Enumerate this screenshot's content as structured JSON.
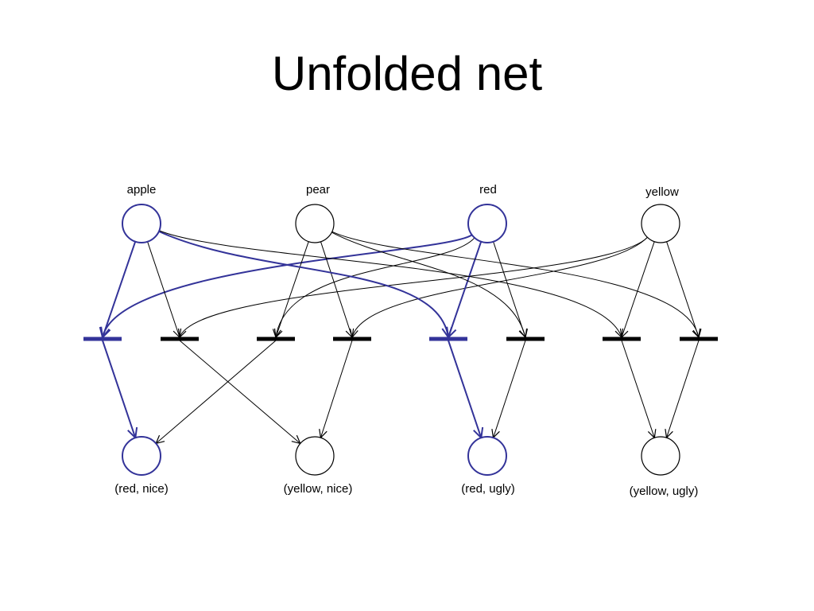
{
  "title": "Unfolded net",
  "colors": {
    "highlight": "#333399",
    "normal": "#000000"
  },
  "places": [
    {
      "id": "apple",
      "label": "apple",
      "highlighted": true
    },
    {
      "id": "pear",
      "label": "pear",
      "highlighted": false
    },
    {
      "id": "red",
      "label": "red",
      "highlighted": true
    },
    {
      "id": "yellow",
      "label": "yellow",
      "highlighted": false
    },
    {
      "id": "red_nice",
      "label": "(red, nice)",
      "highlighted": true
    },
    {
      "id": "yellow_nice",
      "label": "(yellow, nice)",
      "highlighted": false
    },
    {
      "id": "red_ugly",
      "label": "(red, ugly)",
      "highlighted": true
    },
    {
      "id": "yellow_ugly",
      "label": "(yellow, ugly)",
      "highlighted": false
    }
  ],
  "transitions": [
    {
      "id": "t1",
      "highlighted": true
    },
    {
      "id": "t2",
      "highlighted": false
    },
    {
      "id": "t3",
      "highlighted": false
    },
    {
      "id": "t4",
      "highlighted": false
    },
    {
      "id": "t5",
      "highlighted": true
    },
    {
      "id": "t6",
      "highlighted": false
    },
    {
      "id": "t7",
      "highlighted": false
    },
    {
      "id": "t8",
      "highlighted": false
    }
  ],
  "arcs": [
    {
      "from": "apple",
      "to": "t1",
      "highlighted": true
    },
    {
      "from": "red",
      "to": "t1",
      "highlighted": true
    },
    {
      "from": "t1",
      "to": "red_nice",
      "highlighted": true
    },
    {
      "from": "apple",
      "to": "t2",
      "highlighted": false
    },
    {
      "from": "yellow",
      "to": "t2",
      "highlighted": false
    },
    {
      "from": "t2",
      "to": "yellow_nice",
      "highlighted": false
    },
    {
      "from": "pear",
      "to": "t3",
      "highlighted": false
    },
    {
      "from": "red",
      "to": "t3",
      "highlighted": false
    },
    {
      "from": "t3",
      "to": "red_nice",
      "highlighted": false
    },
    {
      "from": "pear",
      "to": "t4",
      "highlighted": false
    },
    {
      "from": "yellow",
      "to": "t4",
      "highlighted": false
    },
    {
      "from": "t4",
      "to": "yellow_nice",
      "highlighted": false
    },
    {
      "from": "apple",
      "to": "t5",
      "highlighted": true
    },
    {
      "from": "red",
      "to": "t5",
      "highlighted": true
    },
    {
      "from": "t5",
      "to": "red_ugly",
      "highlighted": true
    },
    {
      "from": "pear",
      "to": "t6",
      "highlighted": false
    },
    {
      "from": "red",
      "to": "t6",
      "highlighted": false
    },
    {
      "from": "t6",
      "to": "red_ugly",
      "highlighted": false
    },
    {
      "from": "apple",
      "to": "t7",
      "highlighted": false
    },
    {
      "from": "yellow",
      "to": "t7",
      "highlighted": false
    },
    {
      "from": "t7",
      "to": "yellow_ugly",
      "highlighted": false
    },
    {
      "from": "pear",
      "to": "t8",
      "highlighted": false
    },
    {
      "from": "yellow",
      "to": "t8",
      "highlighted": false
    },
    {
      "from": "t8",
      "to": "yellow_ugly",
      "highlighted": false
    }
  ]
}
